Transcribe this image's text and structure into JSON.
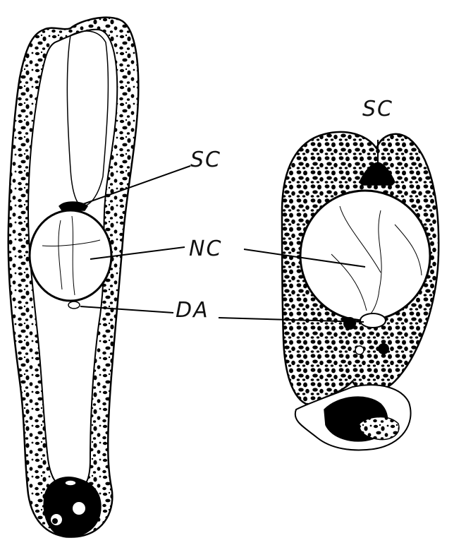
{
  "labels": {
    "sc_left": "SC",
    "nc": "NC",
    "da": "DA",
    "sc_right": "SC"
  }
}
